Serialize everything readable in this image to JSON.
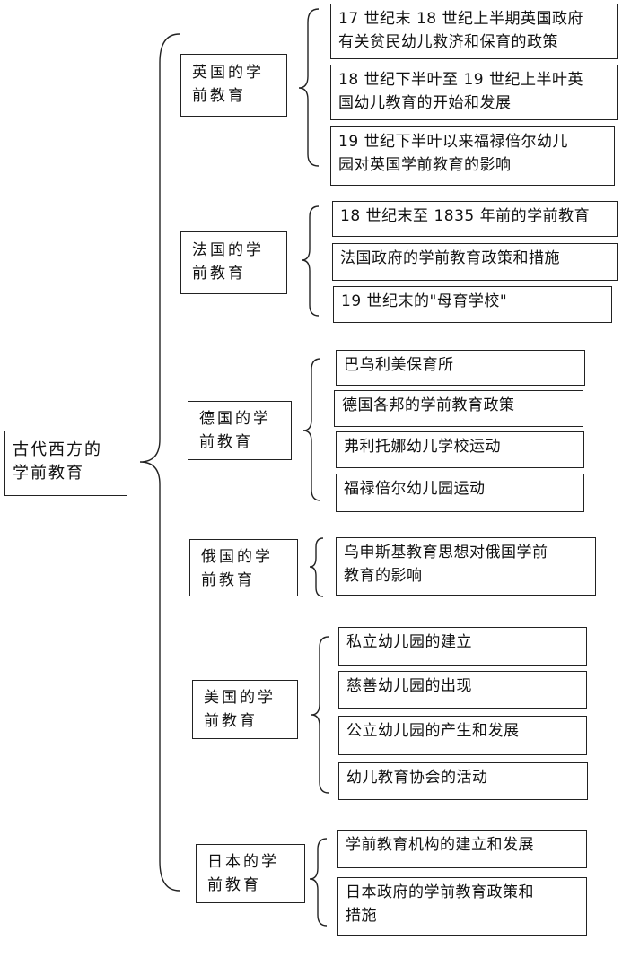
{
  "root": {
    "label_line1": "古代西方的",
    "label_line2": "学前教育"
  },
  "branches": [
    {
      "line1": "英国的学",
      "line2": "前教育",
      "items": [
        {
          "line1": "17 世纪末 18 世纪上半期英国政府",
          "line2": "有关贫民幼儿救济和保育的政策"
        },
        {
          "line1": "18 世纪下半叶至 19 世纪上半叶英",
          "line2": "国幼儿教育的开始和发展"
        },
        {
          "line1": "19 世纪下半叶以来福禄倍尔幼儿",
          "line2": "园对英国学前教育的影响"
        }
      ]
    },
    {
      "line1": "法国的学",
      "line2": "前教育",
      "items": [
        {
          "line1": "18 世纪末至 1835 年前的学前教育",
          "line2": ""
        },
        {
          "line1": "法国政府的学前教育政策和措施",
          "line2": ""
        },
        {
          "line1": "19 世纪末的\"母育学校\"",
          "line2": ""
        }
      ]
    },
    {
      "line1": "德国的学",
      "line2": "前教育",
      "items": [
        {
          "line1": "巴乌利美保育所",
          "line2": ""
        },
        {
          "line1": "德国各邦的学前教育政策",
          "line2": ""
        },
        {
          "line1": "弗利托娜幼儿学校运动",
          "line2": ""
        },
        {
          "line1": "福禄倍尔幼儿园运动",
          "line2": ""
        }
      ]
    },
    {
      "line1": "俄国的学",
      "line2": "前教育",
      "items": [
        {
          "line1": "乌申斯基教育思想对俄国学前",
          "line2": "教育的影响"
        }
      ]
    },
    {
      "line1": "美国的学",
      "line2": "前教育",
      "items": [
        {
          "line1": "私立幼儿园的建立",
          "line2": ""
        },
        {
          "line1": "慈善幼儿园的出现",
          "line2": ""
        },
        {
          "line1": "公立幼儿园的产生和发展",
          "line2": ""
        },
        {
          "line1": "幼儿教育协会的活动",
          "line2": ""
        }
      ]
    },
    {
      "line1": "日本的学",
      "line2": "前教育",
      "items": [
        {
          "line1": "学前教育机构的建立和发展",
          "line2": ""
        },
        {
          "line1": "日本政府的学前教育政策和",
          "line2": "措施"
        }
      ]
    }
  ]
}
